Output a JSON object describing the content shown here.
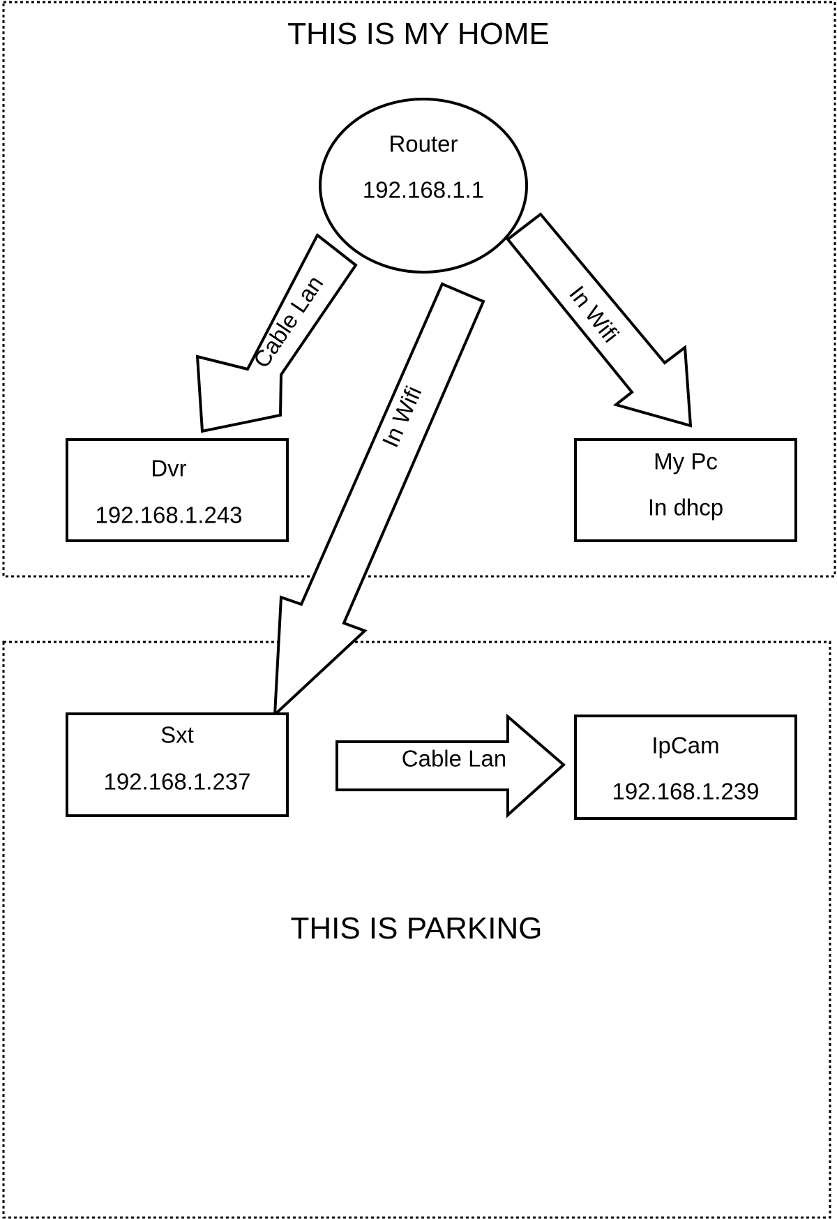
{
  "zones": {
    "home": {
      "title": "THIS IS MY HOME"
    },
    "parking": {
      "title": "THIS IS PARKING"
    }
  },
  "nodes": {
    "router": {
      "name": "Router",
      "address": "192.168.1.1"
    },
    "dvr": {
      "name": "Dvr",
      "address": "192.168.1.243"
    },
    "mypc": {
      "name": "My Pc",
      "address": "In dhcp"
    },
    "sxt": {
      "name": "Sxt",
      "address": "192.168.1.237"
    },
    "ipcam": {
      "name": "IpCam",
      "address": "192.168.1.239"
    }
  },
  "edges": {
    "router_to_dvr": {
      "label": "Cable Lan"
    },
    "router_to_sxt": {
      "label": "In Wifi"
    },
    "router_to_mypc": {
      "label": "In Wifi"
    },
    "sxt_to_ipcam": {
      "label": "Cable Lan"
    }
  },
  "colors": {
    "stroke": "#000000",
    "fill": "#ffffff"
  }
}
